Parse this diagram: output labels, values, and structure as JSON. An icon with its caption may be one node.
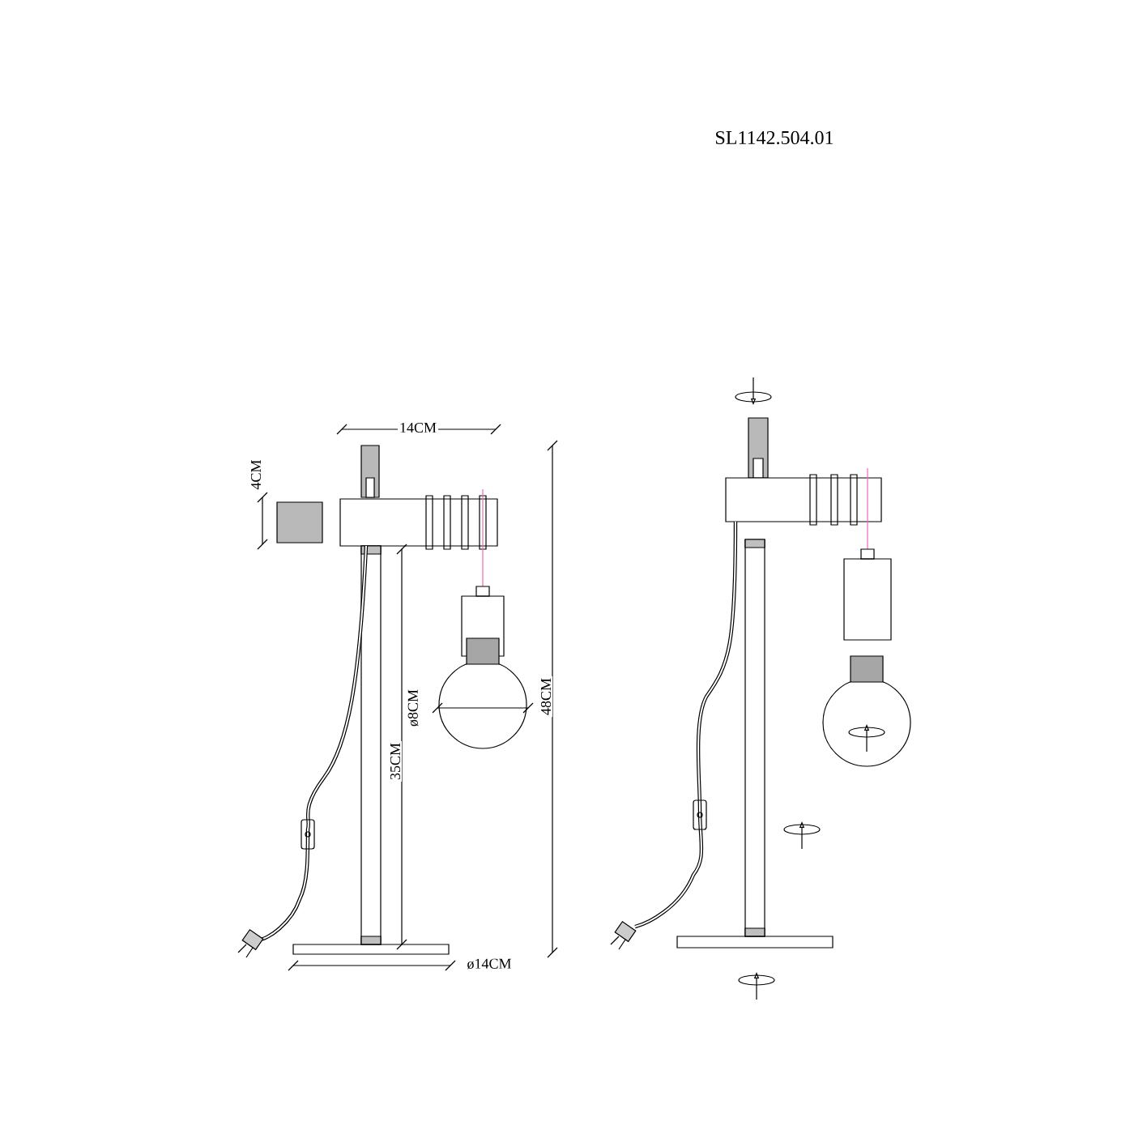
{
  "diagram": {
    "labels": [
      "SL1142.504.01",
      "14CM",
      "4CM",
      "ø8CM",
      "35CM",
      "48CM",
      "ø14CM"
    ]
  }
}
